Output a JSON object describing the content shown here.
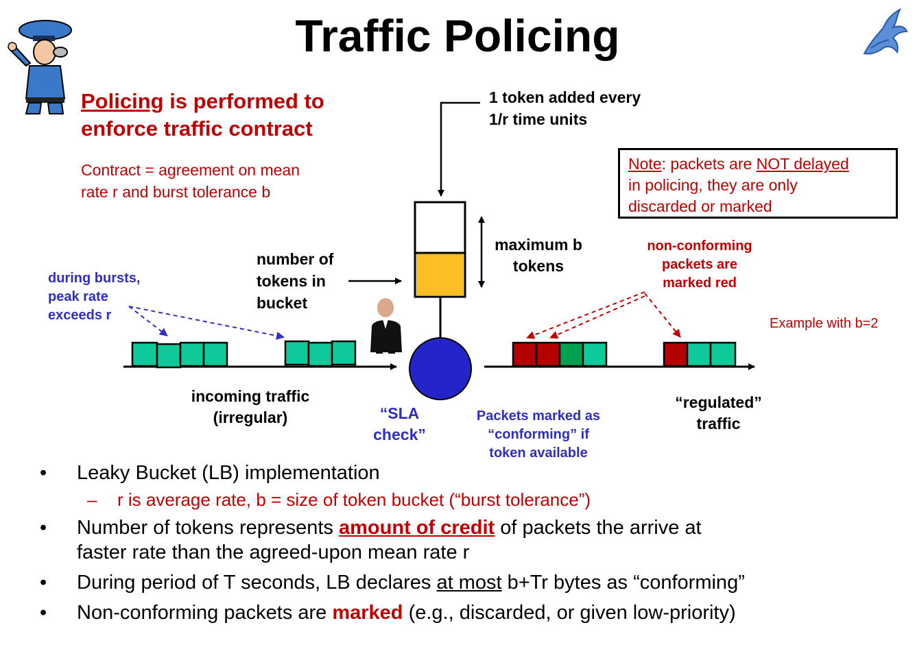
{
  "title": "Traffic Policing",
  "heading": {
    "word": "Policing",
    "rest1": " is performed to",
    "line2": "enforce traffic contract"
  },
  "contract": {
    "line1": "Contract = agreement on mean",
    "line2": "rate r and burst tolerance b"
  },
  "token_added": {
    "line1": "1 token added every",
    "line2": "1/r time units"
  },
  "note": {
    "label": "Note",
    "text1": ": packets are ",
    "not_delayed": "NOT delayed",
    "line2": "in policing, they are only",
    "line3": "discarded or marked"
  },
  "max_b": {
    "line1": "maximum b",
    "line2": "tokens"
  },
  "num_tokens": {
    "line1": "number of",
    "line2": "tokens in",
    "line3": "bucket"
  },
  "bursts": {
    "line1": "during bursts,",
    "line2": "peak rate",
    "line3": "exceeds r"
  },
  "nonconforming": {
    "line1": "non-conforming",
    "line2": "packets are",
    "line3": "marked red"
  },
  "example": "Example with b=2",
  "incoming": {
    "line1": "incoming traffic",
    "line2": "(irregular)"
  },
  "sla": {
    "line1": "“SLA",
    "line2": "check”"
  },
  "marked": {
    "line1": "Packets marked as",
    "line2": "“conforming” if",
    "line3": "token available"
  },
  "regulated": {
    "line1": "“regulated”",
    "line2": "traffic"
  },
  "bullets": {
    "b1": "Leaky Bucket (LB) implementation",
    "b1_sub": "r is average rate, b = size of token bucket (“burst tolerance”)",
    "b2_pre": "Number of tokens represents ",
    "b2_em": "amount of credit",
    "b2_post": " of packets the arrive at",
    "b2_line2": "faster rate than the agreed-upon mean rate r",
    "b3_pre": "During period of T seconds, LB declares ",
    "b3_u": "at most",
    "b3_post": " b+Tr bytes as “conforming”",
    "b4_pre": "Non-conforming packets are ",
    "b4_em": "marked",
    "b4_post": " (e.g., discarded, or given low-priority)"
  },
  "bullet_symbol": "•",
  "dash_symbol": "–",
  "colors": {
    "packet_green": "#10c99a",
    "packet_red": "#b30000",
    "packet_dark_green": "#00a050",
    "token_fill": "#fbbf24",
    "sla_circle": "#2424c8",
    "text_red": "#c00000",
    "text_blue": "#2e2ebf"
  },
  "icons": [
    "policeman-icon",
    "university-logo-icon",
    "bouncer-icon"
  ]
}
